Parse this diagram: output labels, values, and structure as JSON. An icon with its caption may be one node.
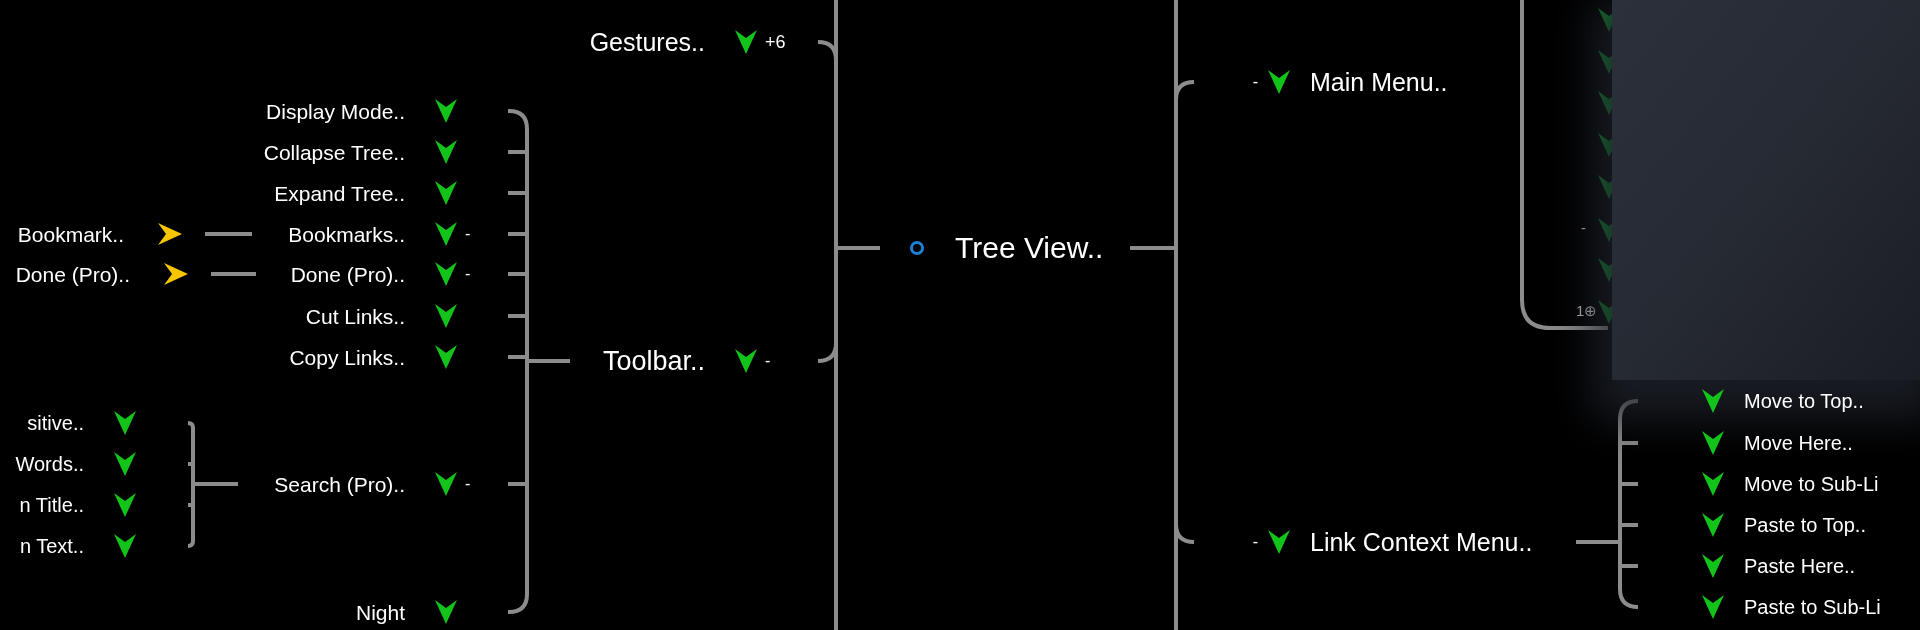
{
  "diagram": {
    "nodes": [
      {
        "text": [
          "Tree View.."
        ]
      },
      {
        "text": [
          "Gestures.."
        ],
        "beside": [
          "+6"
        ]
      },
      {
        "text": [
          "Toolbar.."
        ],
        "beside": [
          "-"
        ]
      },
      {
        "text": [
          "Display Mode.."
        ]
      },
      {
        "text": [
          "Collapse Tree.."
        ]
      },
      {
        "text": [
          "Expand Tree.."
        ]
      },
      {
        "text": [
          "Bookmarks.."
        ],
        "beside": [
          "-"
        ]
      },
      {
        "text": [
          "Bookmark.."
        ]
      },
      {
        "text": [
          "Done (Pro).."
        ],
        "beside": [
          "-"
        ]
      },
      {
        "text": [
          "Done (Pro).."
        ]
      },
      {
        "text": [
          "Cut Links.."
        ]
      },
      {
        "text": [
          "Copy Links.."
        ]
      },
      {
        "text": [
          "Search (Pro).."
        ],
        "beside": [
          "-"
        ]
      },
      {
        "text": [
          "sitive.."
        ]
      },
      {
        "text": [
          "Words.."
        ]
      },
      {
        "text": [
          "n Title.."
        ]
      },
      {
        "text": [
          "n Text.."
        ]
      },
      {
        "text": [
          "Night"
        ]
      },
      {
        "text": [
          "Main Menu.."
        ],
        "beside": [
          "-"
        ]
      },
      {
        "text": [
          "Link Context Menu.."
        ],
        "beside": [
          "-"
        ]
      },
      {
        "text": [
          "Move to Top.."
        ]
      },
      {
        "text": [
          "Move Here.."
        ]
      },
      {
        "text": [
          "Move to Sub-Li"
        ]
      },
      {
        "text": [
          "Paste to Top.."
        ]
      },
      {
        "text": [
          "Paste Here.."
        ]
      },
      {
        "text": [
          "Paste to Sub-Li"
        ]
      }
    ],
    "edges": [
      {
        "from": 0,
        "to": 1,
        "arrow": "none"
      },
      {
        "from": 0,
        "to": 2,
        "arrow": "none"
      },
      {
        "from": 0,
        "to": 18,
        "arrow": "none"
      },
      {
        "from": 0,
        "to": 19,
        "arrow": "none"
      },
      {
        "from": 2,
        "to": 3,
        "arrow": "none"
      },
      {
        "from": 2,
        "to": 4,
        "arrow": "none"
      },
      {
        "from": 2,
        "to": 5,
        "arrow": "none"
      },
      {
        "from": 2,
        "to": 6,
        "arrow": "none"
      },
      {
        "from": 2,
        "to": 8,
        "arrow": "none"
      },
      {
        "from": 2,
        "to": 10,
        "arrow": "none"
      },
      {
        "from": 2,
        "to": 11,
        "arrow": "none"
      },
      {
        "from": 2,
        "to": 12,
        "arrow": "none"
      },
      {
        "from": 2,
        "to": 17,
        "arrow": "none"
      },
      {
        "from": 6,
        "to": 7,
        "arrow": "none"
      },
      {
        "from": 8,
        "to": 9,
        "arrow": "none"
      },
      {
        "from": 12,
        "to": 13,
        "arrow": "none"
      },
      {
        "from": 12,
        "to": 14,
        "arrow": "none"
      },
      {
        "from": 12,
        "to": 15,
        "arrow": "none"
      },
      {
        "from": 12,
        "to": 16,
        "arrow": "none"
      },
      {
        "from": 19,
        "to": 20,
        "arrow": "none"
      },
      {
        "from": 19,
        "to": 21,
        "arrow": "none"
      },
      {
        "from": 19,
        "to": 22,
        "arrow": "none"
      },
      {
        "from": 19,
        "to": 23,
        "arrow": "none"
      },
      {
        "from": 19,
        "to": 24,
        "arrow": "none"
      },
      {
        "from": 19,
        "to": 25,
        "arrow": "none"
      }
    ],
    "labels": [
      "-",
      "1⊕"
    ]
  }
}
